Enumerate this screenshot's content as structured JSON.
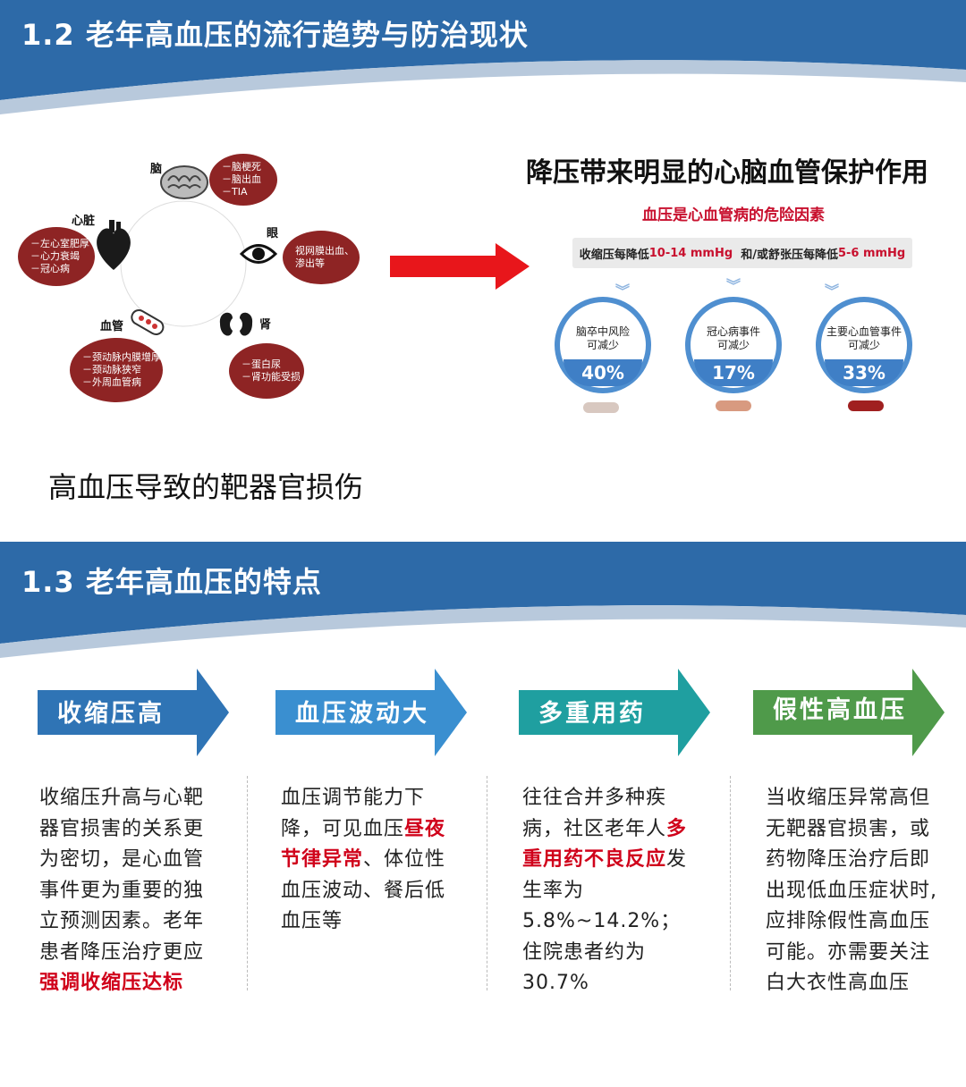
{
  "section1": {
    "title": "1.2 老年高血压的流行趋势与防治现状"
  },
  "organs": {
    "brain": {
      "label": "脑",
      "items": [
        "－脑梗死",
        "－脑出血",
        "－TIA"
      ]
    },
    "eye": {
      "label": "眼",
      "items": [
        "视网膜出血、",
        "渗出等"
      ]
    },
    "heart": {
      "label": "心脏",
      "items": [
        "－左心室肥厚",
        "－心力衰竭",
        "－冠心病"
      ]
    },
    "vessel": {
      "label": "血管",
      "items": [
        "－颈动脉内膜增厚",
        "－颈动脉狭窄",
        "－外周血管病"
      ]
    },
    "kidney": {
      "label": "肾",
      "items": [
        "－蛋白尿",
        "－肾功能受损"
      ]
    },
    "caption": "高血压导致的靶器官损伤"
  },
  "panel": {
    "title": "降压带来明显的心脑血管保护作用",
    "subtitle": "血压是心血管病的危险因素",
    "bar": {
      "part1": "收缩压每降低",
      "value1": "10-14 mmHg",
      "part2": "和/或舒张压每降低",
      "value2": "5-6 mmHg"
    },
    "rings": [
      {
        "line1": "脑卒中风险",
        "line2": "可减少",
        "pct": "40%"
      },
      {
        "line1": "冠心病事件",
        "line2": "可减少",
        "pct": "17%"
      },
      {
        "line1": "主要心血管事件",
        "line2": "可减少",
        "pct": "33%"
      }
    ]
  },
  "section2": {
    "title": "1.3 老年高血压的特点"
  },
  "features": [
    {
      "label": "收缩压高",
      "color": "#2f74b5",
      "text": [
        {
          "t": "收缩压升高与心靶器官损害的关系更为密切，是心血管事件更为重要的独立预测因素。老年患者降压治疗更应"
        },
        {
          "t": "强调收缩压达标",
          "hl": true
        }
      ]
    },
    {
      "label": "血压波动大",
      "color": "#3a8fd0",
      "text": [
        {
          "t": "血压调节能力下降，可见血压"
        },
        {
          "t": "昼夜节律异常",
          "hl": true
        },
        {
          "t": "、体位性血压波动、餐后低血压等"
        }
      ]
    },
    {
      "label": "多重用药",
      "color": "#1f9fa0",
      "text": [
        {
          "t": "往往合并多种疾病，社区老年人"
        },
        {
          "t": "多重用药不良反应",
          "hl": true
        },
        {
          "t": "发生率为5.8%~14.2%；住院患者约为30.7%"
        }
      ]
    },
    {
      "label": "假性高血压",
      "color": "#4f9a4a",
      "text": [
        {
          "t": "当收缩压异常高但无靶器官损害，或药物降压治疗后即出现低血压症状时,应排除假性高血压可能。亦需要关注白大衣性高血压"
        }
      ]
    }
  ]
}
